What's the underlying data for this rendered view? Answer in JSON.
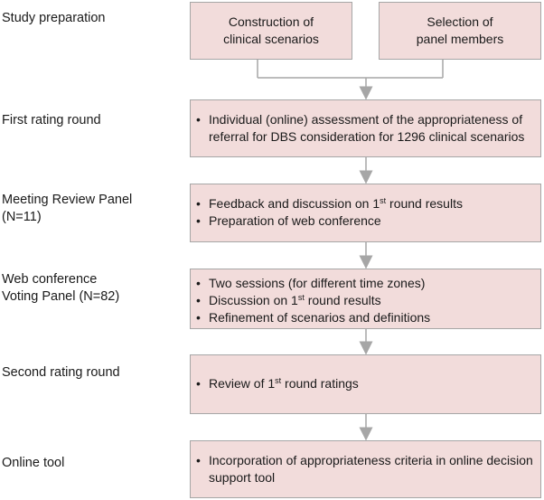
{
  "stages": [
    {
      "label": "Study preparation",
      "boxes": [
        [
          "Construction of",
          "clinical scenarios"
        ],
        [
          "Selection of",
          "panel members"
        ]
      ]
    },
    {
      "label": "First rating round",
      "bullets": [
        "Individual (online) assessment of the appropriateness of referral for DBS consideration for 1296 clinical scenarios"
      ]
    },
    {
      "label_lines": [
        "Meeting Review Panel",
        "(N=11)"
      ],
      "bullets": [
        {
          "pre": "Feedback and discussion on 1",
          "sup": "st",
          "post": " round results"
        },
        "Preparation of web conference"
      ]
    },
    {
      "label_lines": [
        "Web conference",
        "Voting Panel (N=82)"
      ],
      "bullets": [
        "Two sessions (for different time zones)",
        {
          "pre": "Discussion on 1",
          "sup": "st",
          "post": " round results"
        },
        "Refinement of scenarios and definitions"
      ]
    },
    {
      "label": "Second rating round",
      "bullets": [
        {
          "pre": "Review of 1",
          "sup": "st",
          "post": " round ratings"
        }
      ]
    },
    {
      "label": "Online tool",
      "bullets": [
        "Incorporation of appropriateness criteria in online decision support tool"
      ]
    }
  ]
}
